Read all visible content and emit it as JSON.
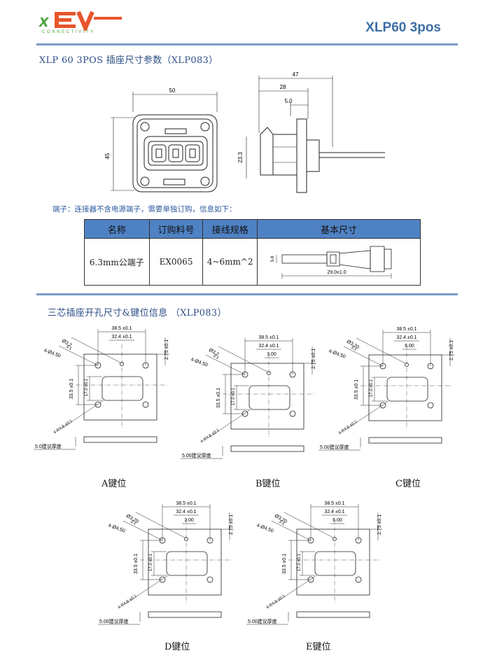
{
  "header": {
    "logo_text": "xEV",
    "logo_subtext": "CONNECTIVITY",
    "title": "XLP60 3pos"
  },
  "section1": {
    "title": "XLP 60 3POS 插座尺寸参数（XLP083）",
    "front_view": {
      "width": "50",
      "height": "45"
    },
    "side_view": {
      "overall": "47",
      "depth": "28",
      "flange": "5.0",
      "height": "23.3"
    }
  },
  "terminal_note": "端子：连接器不含电源端子，需要单独订购，信息如下：",
  "terminal_table": {
    "headers": [
      "名称",
      "订购料号",
      "接线规格",
      "基本尺寸"
    ],
    "rows": [
      {
        "name": "6.3mm公端子",
        "part_no": "EX0065",
        "wire_spec": "4~6mm^2",
        "dim_height": "5.8",
        "dim_length": "29.0±1.0"
      }
    ]
  },
  "section2": {
    "title": "三芯插座开孔尺寸&键位信息 （XLP083）"
  },
  "keying": [
    {
      "label": "A键位",
      "d_hole": "Ø3.2",
      "d_depth": "3.1",
      "hole_pattern": "4-Ø4.50",
      "w_outer": "38.5 ±0.1",
      "w_inner": "32.4 ±0.1",
      "offset": "",
      "h_right": "2.75 ±0.1",
      "h_outer": "33.5 ±0.1",
      "h_inner": "17.0 ±0.1",
      "corner": "4-R4.6 ±0.1",
      "thickness": "5.0建议厚度"
    },
    {
      "label": "B键位",
      "d_hole": "Ø3.2",
      "d_depth": "3.1",
      "hole_pattern": "4-Ø4.50",
      "w_outer": "38.5 ±0.1",
      "w_inner": "32.4 ±0.1",
      "offset": "3.00",
      "h_right": "2.75 ±0.1",
      "h_outer": "33.5 ±0.1",
      "h_inner": "17.0 ±0.1",
      "corner": "4-R4.6 ±0.1",
      "thickness": "5.00建议厚度"
    },
    {
      "label": "C键位",
      "d_hole": "Ø3.20",
      "d_depth": "3.1",
      "hole_pattern": "4-Ø4.50",
      "w_outer": "38.5 ±0.1",
      "w_inner": "32.4 ±0.1",
      "offset": "6.00",
      "h_right": "2.75 ±0.1",
      "h_outer": "33.5 ±0.1",
      "h_inner": "17.0 ±0.1",
      "corner": "4-R4.6 ±0.1",
      "thickness": "5.00建议厚度"
    },
    {
      "label": "D键位",
      "d_hole": "Ø3.20",
      "d_depth": "3.1",
      "hole_pattern": "4-Ø4.50",
      "w_outer": "38.5 ±0.1",
      "w_inner": "32.4 ±0.1",
      "offset": "3.00",
      "h_right": "2.75 ±0.1",
      "h_outer": "33.5 ±0.1",
      "h_inner": "17.0 ±0.1",
      "corner": "4-R4.6 ±0.1",
      "thickness": "5.00建议厚度"
    },
    {
      "label": "E键位",
      "d_hole": "Ø3.20",
      "d_depth": "3.1",
      "hole_pattern": "4-Ø4.50",
      "w_outer": "38.5 ±0.1",
      "w_inner": "32.4 ±0.1",
      "offset": "6.00",
      "h_right": "2.75 ±0.1",
      "h_outer": "33.5 ±0.1",
      "h_inner": "17.0 ±0.1",
      "corner": "4-R4.6 ±0.1",
      "thickness": "5.00建议厚度"
    }
  ]
}
